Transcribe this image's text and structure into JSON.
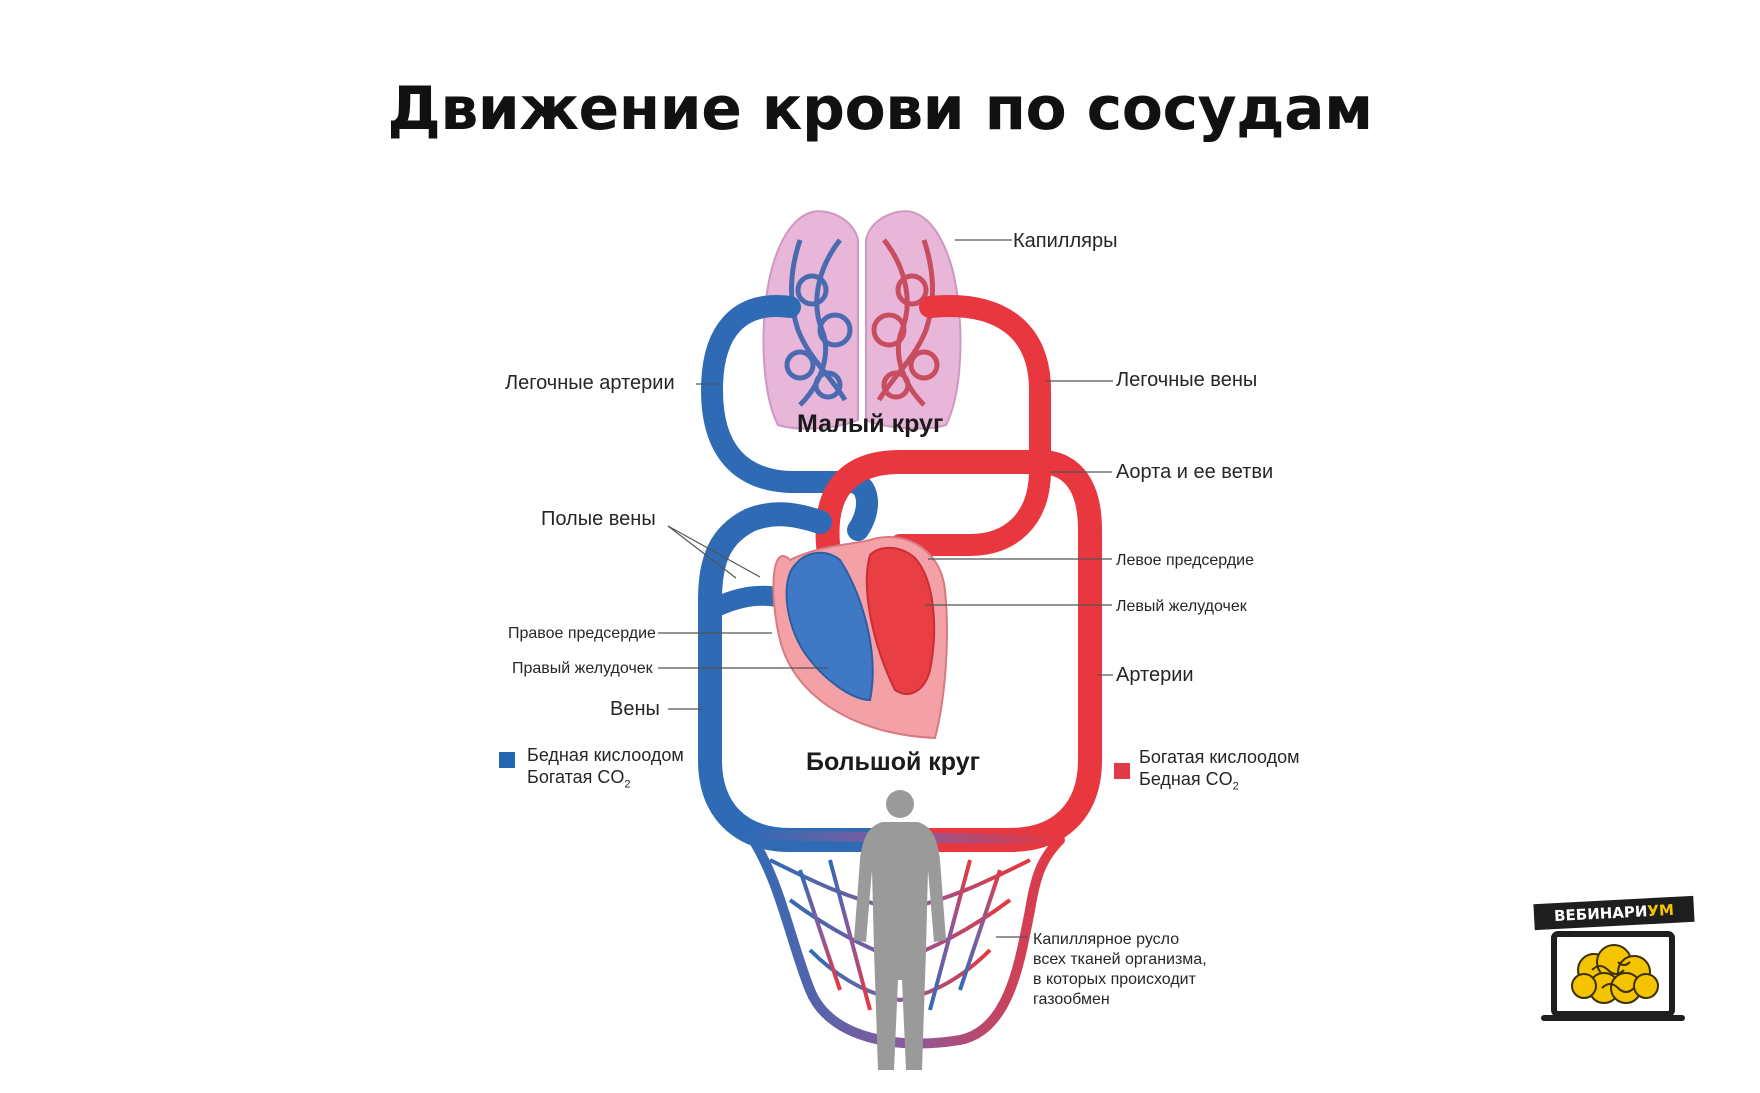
{
  "title": "Движение крови по сосудам",
  "colors": {
    "oxygen_poor": "#2f6bb5",
    "oxygen_rich": "#e8373e",
    "lung_bg": "#e7b6d9"
  },
  "circles": {
    "small": "Малый круг",
    "large": "Большой круг"
  },
  "labels": {
    "capillaries": "Капилляры",
    "pulmonary_arteries": "Легочные артерии",
    "pulmonary_veins": "Легочные вены",
    "aorta": "Аорта и ее ветви",
    "vena_cava": "Полые вены",
    "left_atrium": "Левое предсердие",
    "left_ventricle": "Левый желудочек",
    "right_atrium": "Правое предсердие",
    "right_ventricle": "Правый желудочек",
    "arteries": "Артерии",
    "veins": "Вены",
    "capillary_bed_1": "Капиллярное русло",
    "capillary_bed_2": "всех тканей организма,",
    "capillary_bed_3": "в которых происходит",
    "capillary_bed_4": "газообмен"
  },
  "legend": {
    "poor_line1": "Бедная кислоодом",
    "poor_line2": "Богатая CO",
    "poor_sub": "2",
    "rich_line1": "Богатая кислоодом",
    "rich_line2": "Бедная CO",
    "rich_sub": "2"
  },
  "logo": {
    "text_main": "ВЕБИНАРИ",
    "text_accent": "УМ"
  }
}
